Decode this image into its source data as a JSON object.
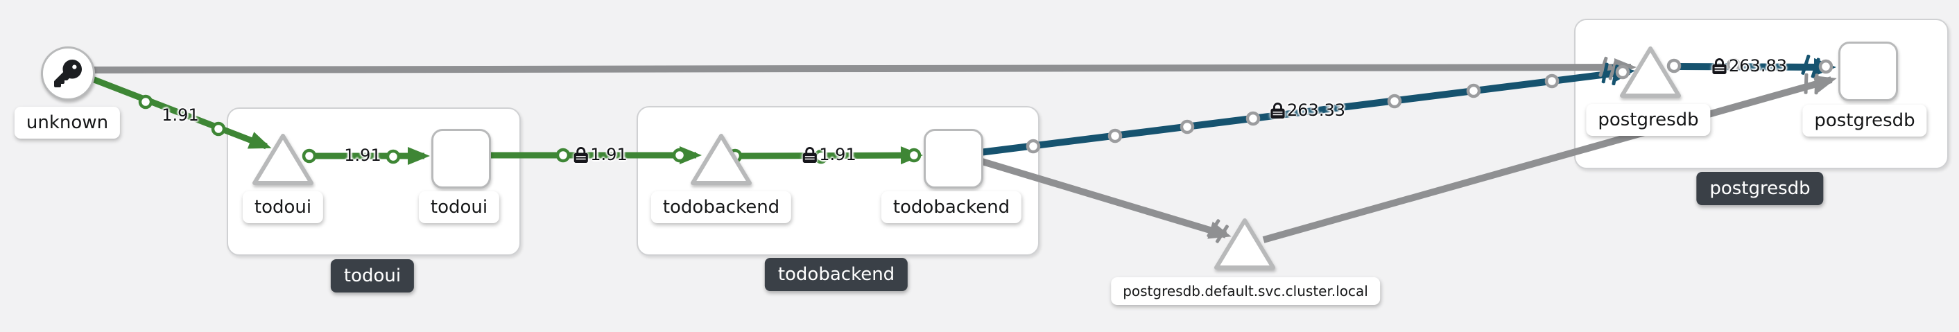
{
  "graph": {
    "unknown_node": {
      "label": "unknown",
      "icon": "key-icon"
    },
    "groups": [
      {
        "badge": "todoui",
        "service_label": "todoui",
        "workload_label": "todoui",
        "internal_edge": {
          "label": "1.91",
          "mtls": false
        }
      },
      {
        "badge": "todobackend",
        "service_label": "todobackend",
        "workload_label": "todobackend",
        "internal_edge": {
          "label": "1.91",
          "mtls": true
        }
      },
      {
        "badge": "postgresdb",
        "service_label": "postgresdb",
        "workload_label": "postgresdb",
        "internal_edge": {
          "label": "263.83",
          "mtls": true
        }
      }
    ],
    "external_service_node": {
      "label": "postgresdb.default.svc.cluster.local"
    },
    "edges": {
      "unknown_to_todoui": {
        "label": "1.91",
        "mtls": false,
        "color": "#3e8635"
      },
      "todoui_to_todobackend": {
        "label": "1.91",
        "mtls": true,
        "color": "#3e8635"
      },
      "todobackend_to_postgresdb": {
        "label": "263.33",
        "mtls": true,
        "color": "#16536f"
      },
      "unknown_to_postgresdb": {
        "label": "",
        "color": "#8f9092"
      },
      "todobackend_to_external_service": {
        "label": "",
        "color": "#8f9092"
      },
      "external_service_to_postgresdb": {
        "label": "",
        "color": "#8f9092"
      }
    },
    "colors": {
      "http_edge": "#3e8635",
      "tcp_edge": "#16536f",
      "idle_edge": "#8f9092",
      "badge_bg": "#3a4047",
      "node_border": "#b8b9ba",
      "background": "#f2f2f3"
    }
  }
}
